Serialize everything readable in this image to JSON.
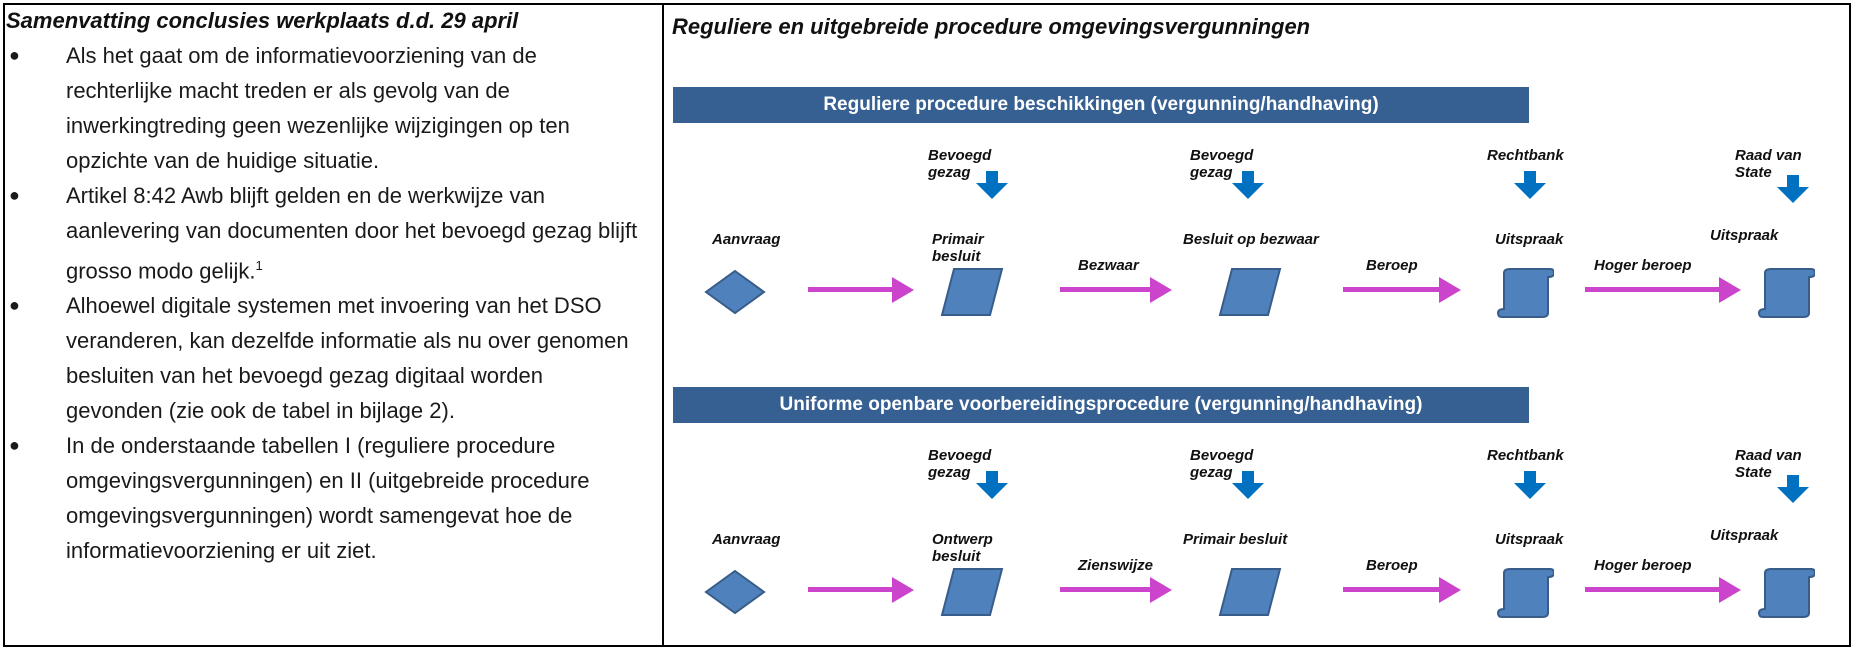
{
  "left": {
    "heading": "Samenvatting conclusies werkplaats d.d. 29 april",
    "bullets": [
      {
        "text": "Als het gaat om de informatievoorziening van de rechterlijke macht treden er als gevolg van de inwerkingtreding geen wezenlijke wijzigingen op ten opzichte van de huidige situatie."
      },
      {
        "text": "Artikel 8:42 Awb blijft gelden en de werkwijze van aanlevering van documenten door het bevoegd gezag blijft grosso modo gelijk.",
        "footnote": "1"
      },
      {
        "text": "Alhoewel digitale systemen met invoering van het DSO veranderen, kan dezelfde informatie als nu over genomen besluiten van het bevoegd gezag digitaal worden gevonden (zie ook de tabel in bijlage 2)."
      },
      {
        "text": "In de onderstaande tabellen I (reguliere procedure omgevingsvergunningen) en II (uitgebreide procedure omgevingsvergunningen) wordt samengevat hoe de informatievoorziening er uit ziet."
      }
    ]
  },
  "right": {
    "heading": "Reguliere en uitgebreide procedure omgevingsvergunningen",
    "diagram1": {
      "banner": "Reguliere procedure beschikkingen (vergunning/handhaving)",
      "authorities": [
        "Bevoegd\ngezag",
        "Bevoegd\ngezag",
        "Rechtbank",
        "Raad van\nState"
      ],
      "steps": [
        "Aanvraag",
        "Primair\nbesluit",
        "Besluit op bezwaar",
        "Uitspraak",
        "Uitspraak"
      ],
      "arrows": [
        "",
        "Bezwaar",
        "Beroep",
        "Hoger beroep"
      ]
    },
    "diagram2": {
      "banner": "Uniforme openbare voorbereidingsprocedure (vergunning/handhaving)",
      "authorities": [
        "Bevoegd\ngezag",
        "Bevoegd\ngezag",
        "Rechtbank",
        "Raad van\nState"
      ],
      "steps": [
        "Aanvraag",
        "Ontwerp\nbesluit",
        "Primair besluit",
        "Uitspraak",
        "Uitspraak"
      ],
      "arrows": [
        "",
        "Zienswijze",
        "Beroep",
        "Hoger beroep"
      ]
    }
  },
  "colors": {
    "banner": "#376092",
    "shape_fill": "#4f81bd",
    "shape_stroke": "#385d8a",
    "down_arrow": "#0070c0",
    "process_arrow": "#cc44cc"
  }
}
